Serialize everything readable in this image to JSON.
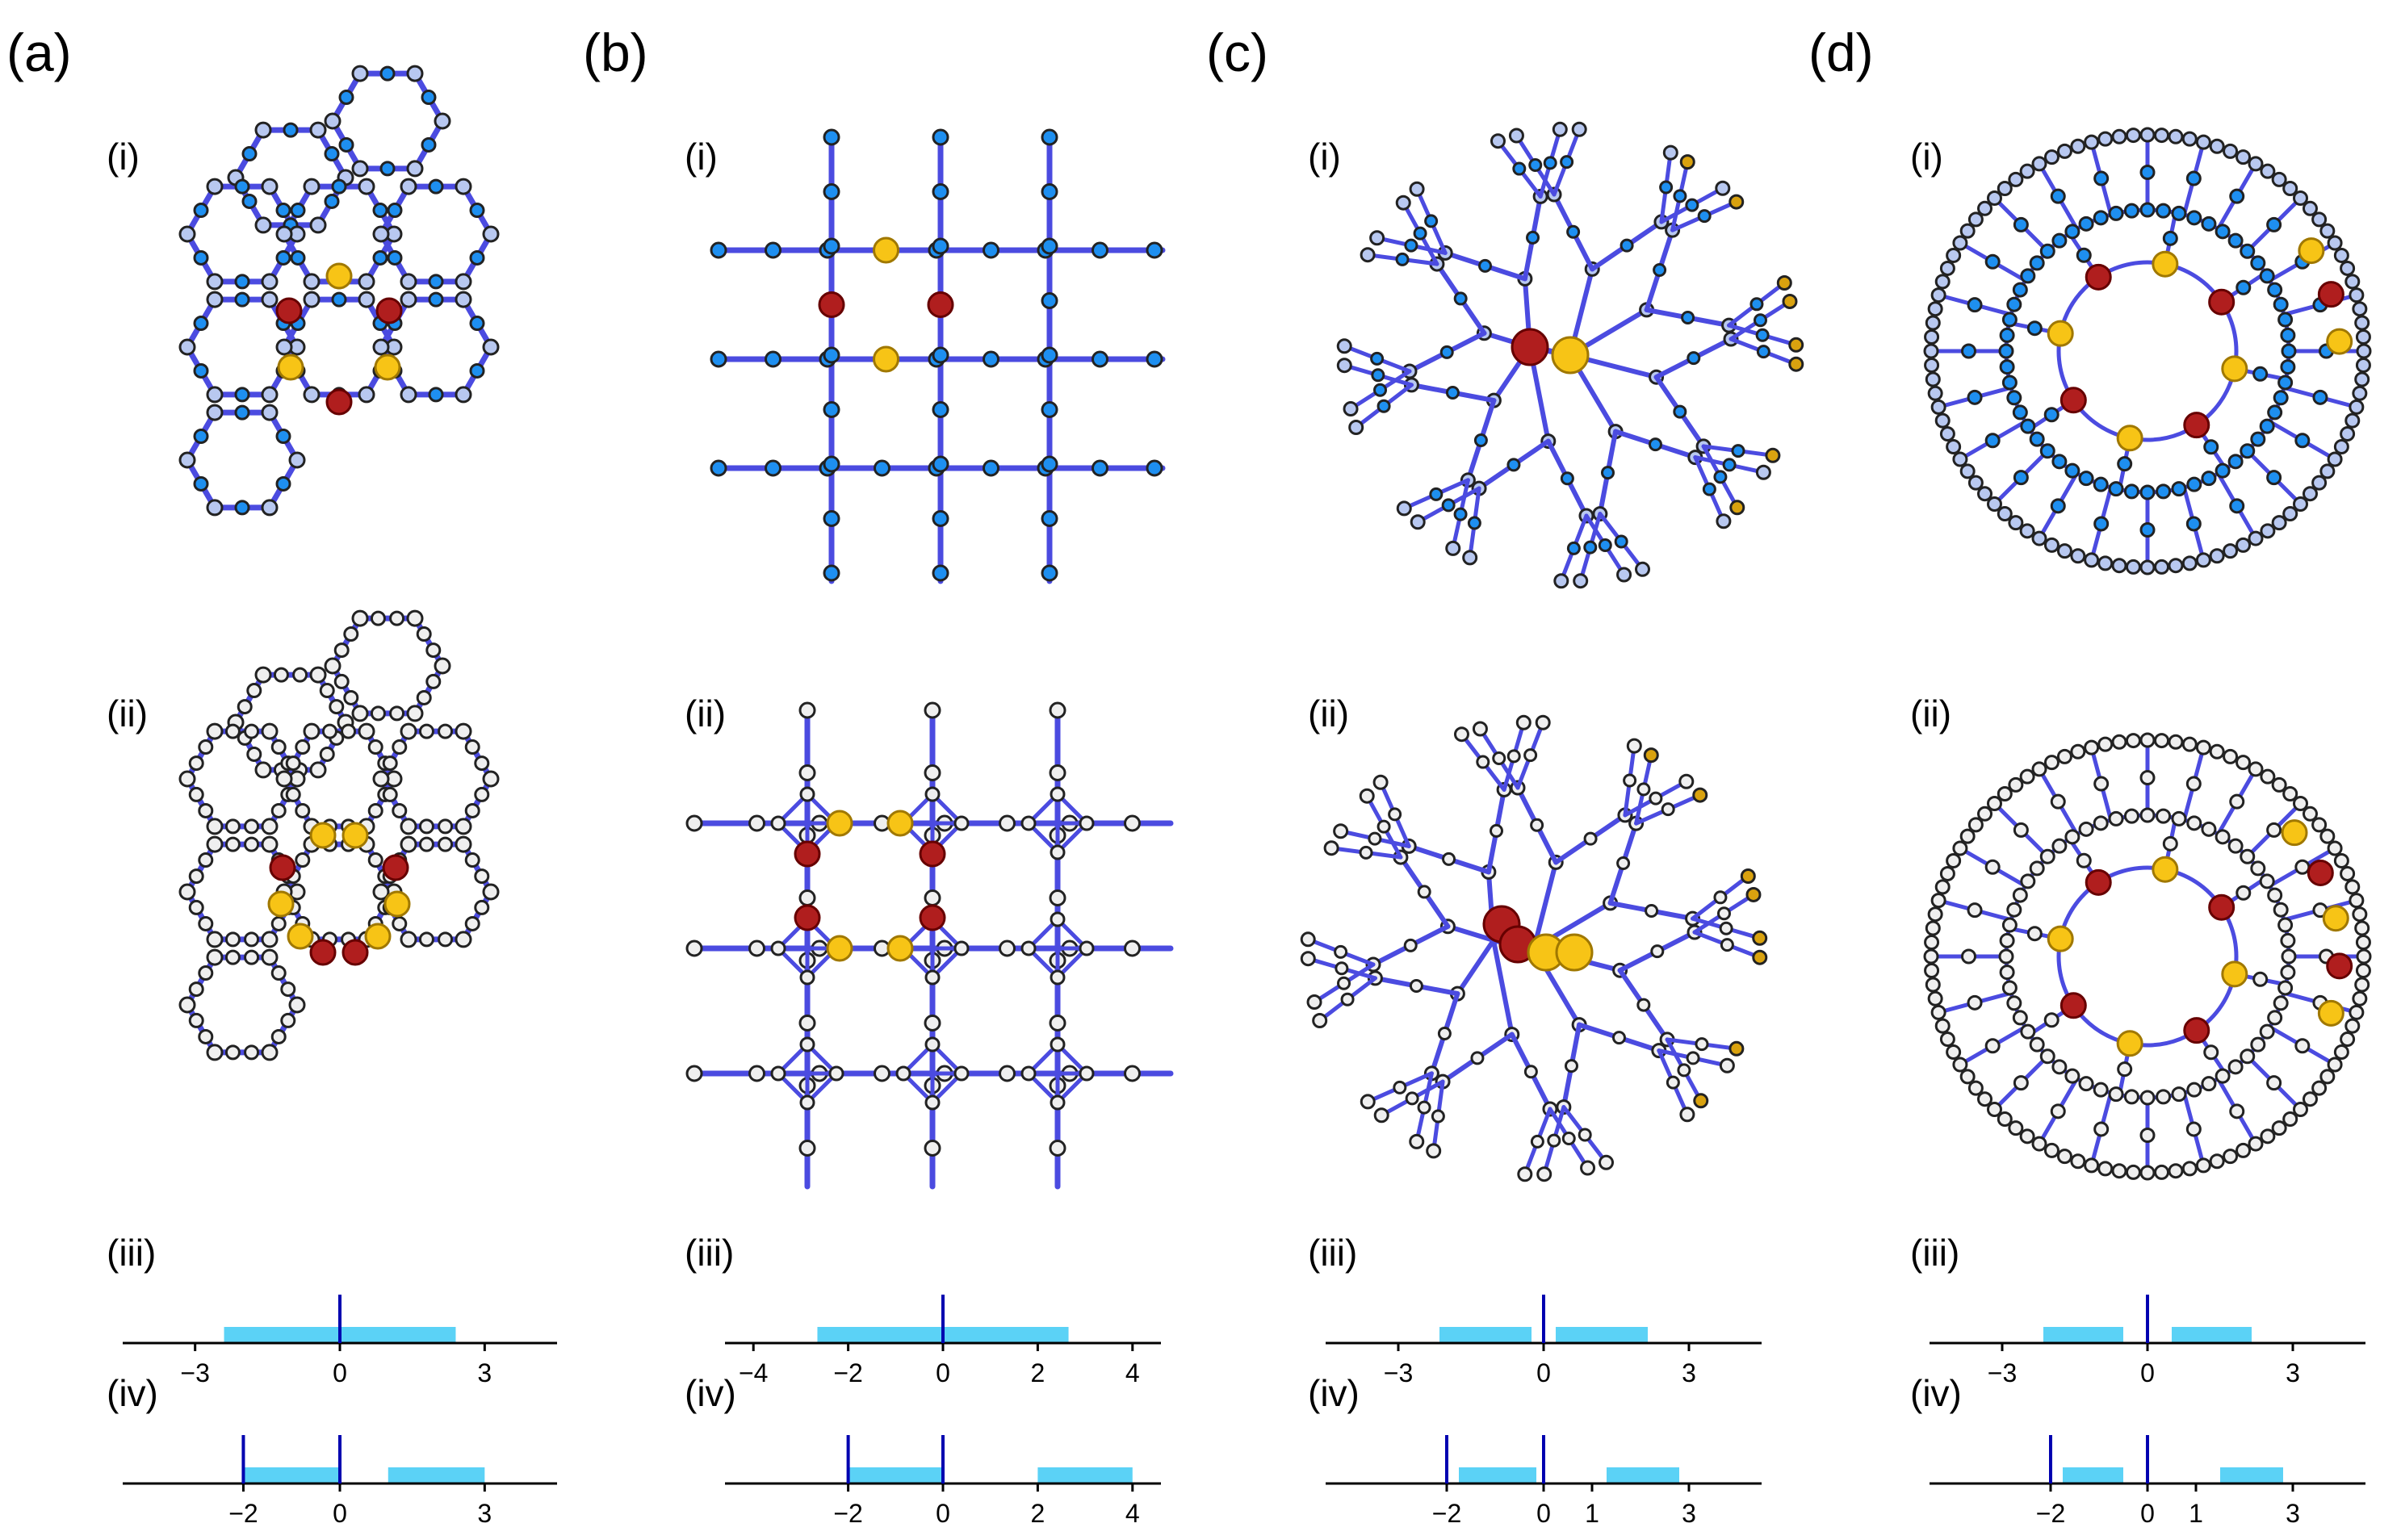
{
  "colors": {
    "edge": "#4B4BE0",
    "edge_stroke": "#5050e6",
    "node_light": "#B8C8F0",
    "node_blue": "#1E8FF0",
    "node_white": "#EFEFEF",
    "node_yellow": "#F7C416",
    "node_yellow_small": "#D9A20F",
    "node_red": "#B01E1E",
    "band": "#5BD2F6",
    "axis_line": "#000000",
    "marker": "#0000B0"
  },
  "columns": [
    {
      "label": "(a)",
      "sub_i": "(i)",
      "sub_ii": "(ii)",
      "sub_iii": "(iii)",
      "sub_iv": "(iv)",
      "spectrum_iii": {
        "range": [
          -4.5,
          4.5
        ],
        "bands": [
          [
            -2.4,
            2.4
          ]
        ],
        "markers": [
          0
        ],
        "ticks": [
          "−3",
          "0",
          "3"
        ],
        "tick_values": [
          -3,
          0,
          3
        ]
      },
      "spectrum_iv": {
        "range": [
          -4.5,
          4.5
        ],
        "bands": [
          [
            -2,
            0
          ],
          [
            1,
            3
          ]
        ],
        "markers": [
          -2,
          0
        ],
        "ticks": [
          "−2",
          "0",
          "3"
        ],
        "tick_values": [
          -2,
          0,
          3
        ]
      }
    },
    {
      "label": "(b)",
      "sub_i": "(i)",
      "sub_ii": "(ii)",
      "sub_iii": "(iii)",
      "sub_iv": "(iv)",
      "spectrum_iii": {
        "range": [
          -4.6,
          4.6
        ],
        "bands": [
          [
            -2.65,
            2.65
          ]
        ],
        "markers": [
          0
        ],
        "ticks": [
          "−4",
          "−2",
          "0",
          "2",
          "4"
        ],
        "tick_values": [
          -4,
          -2,
          0,
          2,
          4
        ]
      },
      "spectrum_iv": {
        "range": [
          -4.6,
          4.6
        ],
        "bands": [
          [
            -2,
            0
          ],
          [
            2,
            4
          ]
        ],
        "markers": [
          -2,
          0
        ],
        "ticks": [
          "−2",
          "0",
          "2",
          "4"
        ],
        "tick_values": [
          -2,
          0,
          2,
          4
        ]
      }
    },
    {
      "label": "(c)",
      "sub_i": "(i)",
      "sub_ii": "(ii)",
      "sub_iii": "(iii)",
      "sub_iv": "(iv)",
      "spectrum_iii": {
        "range": [
          -4.5,
          4.5
        ],
        "bands": [
          [
            -2.15,
            -0.25
          ],
          [
            0.25,
            2.15
          ]
        ],
        "markers": [
          0
        ],
        "ticks": [
          "−3",
          "0",
          "3"
        ],
        "tick_values": [
          -3,
          0,
          3
        ]
      },
      "spectrum_iv": {
        "range": [
          -4.5,
          4.5
        ],
        "bands": [
          [
            -1.75,
            -0.15
          ],
          [
            1.3,
            2.8
          ]
        ],
        "markers": [
          -2,
          0
        ],
        "ticks": [
          "−2",
          "0",
          "1",
          "3"
        ],
        "tick_values": [
          -2,
          0,
          1,
          3
        ]
      }
    },
    {
      "label": "(d)",
      "sub_i": "(i)",
      "sub_ii": "(ii)",
      "sub_iii": "(iii)",
      "sub_iv": "(iv)",
      "spectrum_iii": {
        "range": [
          -4.5,
          4.5
        ],
        "bands": [
          [
            -2.15,
            -0.5
          ],
          [
            0.5,
            2.15
          ]
        ],
        "markers": [
          0
        ],
        "ticks": [
          "−3",
          "0",
          "3"
        ],
        "tick_values": [
          -3,
          0,
          3
        ]
      },
      "spectrum_iv": {
        "range": [
          -4.5,
          4.5
        ],
        "bands": [
          [
            -1.75,
            -0.5
          ],
          [
            1.5,
            2.8
          ]
        ],
        "markers": [
          -2,
          0
        ],
        "ticks": [
          "−2",
          "0",
          "1",
          "3"
        ],
        "tick_values": [
          -2,
          0,
          1,
          3
        ]
      }
    }
  ]
}
